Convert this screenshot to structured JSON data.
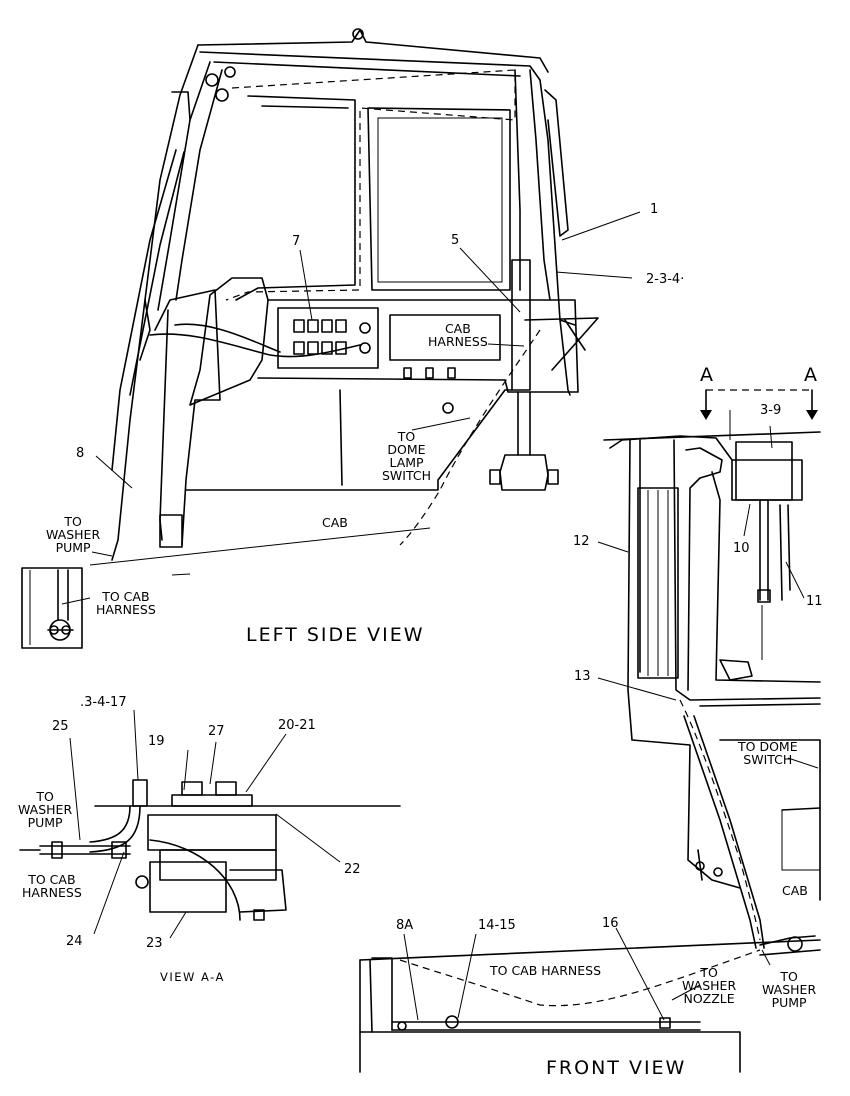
{
  "views": {
    "left_side_title": "LEFT SIDE VIEW",
    "front_title": "FRONT VIEW",
    "view_aa_title": "VIEW A-A",
    "section_a_left": "A",
    "section_a_right": "A"
  },
  "labels": {
    "cab_harness": "CAB\nHARNESS",
    "to_dome_lamp_switch": "TO\nDOME\nLAMP\nSWITCH",
    "cab_left": "CAB",
    "to_washer_pump_left": "TO\nWASHER\nPUMP",
    "to_cab_harness_inset": "TO CAB\nHARNESS",
    "to_washer_pump_aa": "TO\nWASHER\nPUMP",
    "to_cab_harness_aa": "TO CAB\nHARNESS",
    "to_dome_switch": "TO DOME\nSWITCH",
    "cab_front": "CAB",
    "to_cab_harness_front": "TO CAB HARNESS",
    "to_washer_nozzle": "TO\nWASHER\nNOZZLE",
    "to_washer_pump_front": "TO\nWASHER\nPUMP"
  },
  "callouts": {
    "c1": "1",
    "c234": "2-3-4·",
    "c5": "5",
    "c7": "7",
    "c8": "8",
    "c39": "3-9",
    "c10": "10",
    "c11": "11",
    "c12": "12",
    "c13": "13",
    "c3417": ".3-4-17",
    "c25": "25",
    "c19": "19",
    "c27": "27",
    "c2021": "20-21",
    "c22": "22",
    "c24": "24",
    "c23": "23",
    "c8a": "8A",
    "c1415": "14-15",
    "c16": "16"
  }
}
